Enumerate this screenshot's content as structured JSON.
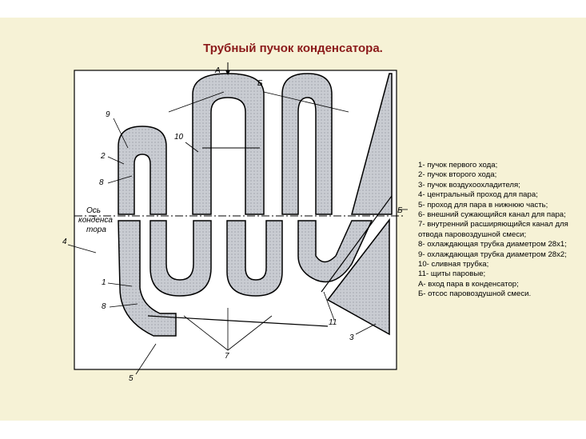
{
  "title": "Трубный пучок конденсатора.",
  "diagram_labels": {
    "A": "А",
    "B_top": "Б",
    "B_right": "Б",
    "axis_line1": "Ось",
    "axis_line2": "конденса",
    "axis_line3": "тора",
    "n1": "1",
    "n2": "2",
    "n3": "3",
    "n4": "4",
    "n5": "5",
    "n7": "7",
    "n8a": "8",
    "n8b": "8",
    "n9": "9",
    "n10": "10",
    "n11": "11"
  },
  "legend": [
    "1- пучок первого хода;",
    "2- пучок второго хода;",
    "3- пучок воздухоохладителя;",
    "4- центральный проход для пара;",
    "5- проход для пара в нижнюю часть;",
    "6- внешний сужающийся канал для пара;",
    "7- внутренний расширяющийся канал для отвода паровоздушной смеси;",
    "8- охлаждающая трубка диаметром 28х1;",
    "9- охлаждающая трубка диаметром 28х2;",
    "10- сливная трубка;",
    "11- щиты паровые;",
    "А- вход пара в конденсатор;",
    "Б- отсос паровоздушной смеси."
  ],
  "colors": {
    "background": "#f6f2d6",
    "title": "#8b1a1a",
    "bundle_fill": "#c9ccd2",
    "outline": "#000000"
  }
}
